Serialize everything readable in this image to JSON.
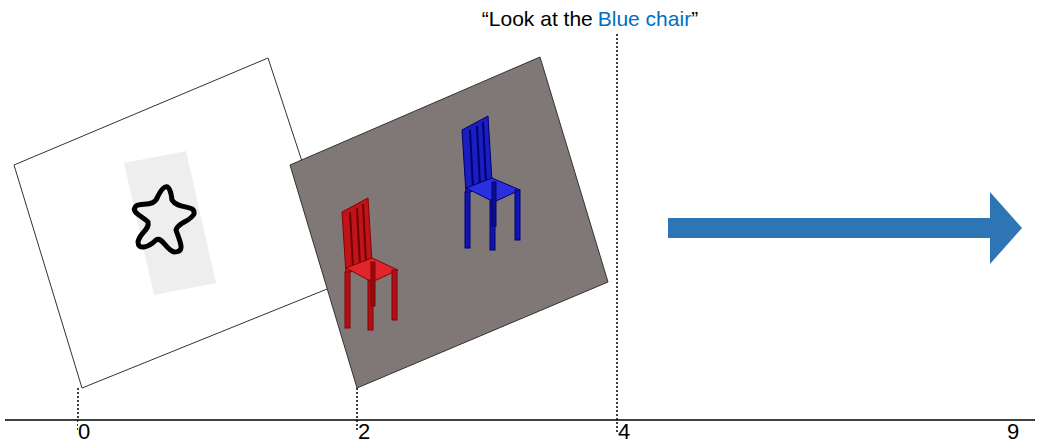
{
  "diagram": {
    "labels": [
      "“Look at the",
      "Blue chair",
      "”",
      "0",
      "2",
      "4",
      "9"
    ]
  }
}
